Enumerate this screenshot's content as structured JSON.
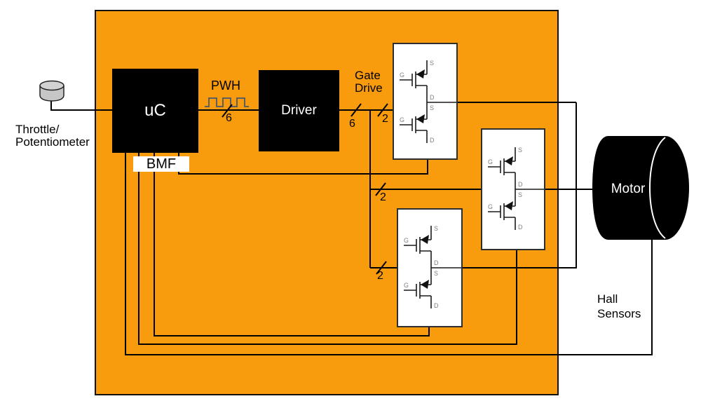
{
  "labels": {
    "throttle": [
      "Throttle/",
      "Potentiometer"
    ],
    "uc": "uC",
    "pwm_label": "PWH",
    "pwm_bus_width": "6",
    "driver": "Driver",
    "gate_drive": [
      "Gate",
      "Drive"
    ],
    "gate_bus_width6": "6",
    "gate_bus_width2_top": "2",
    "gate_bus_width2_mid": "2",
    "gate_bus_width2_bot": "2",
    "bmf": "BMF",
    "motor": "Motor",
    "hall": [
      "Hall",
      "Sensors"
    ]
  },
  "mosfet_pins": {
    "gate": "G",
    "source": "S",
    "drain": "D"
  },
  "colors": {
    "board_orange": "#F89B0D",
    "block_black": "#000000",
    "wire_black": "#000000",
    "waveform_gray": "#5E5E5E",
    "mosfet_pin_gray": "#808080",
    "potentiometer_gray": "#C6C6C6"
  }
}
